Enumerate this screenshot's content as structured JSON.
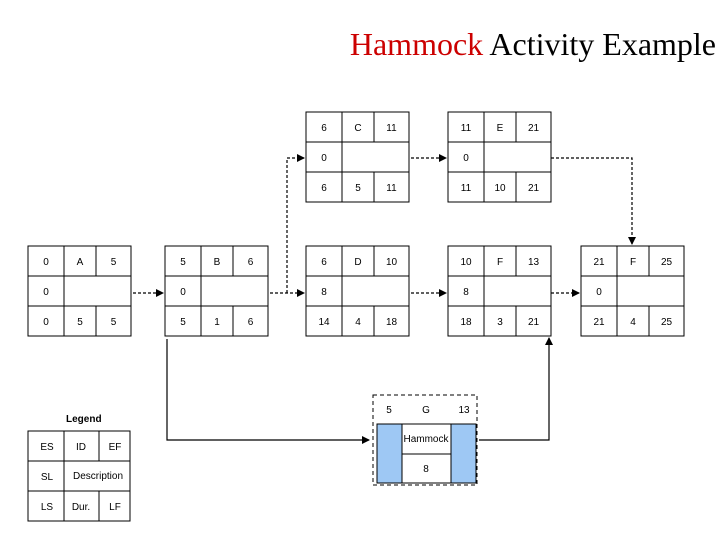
{
  "title": {
    "highlight": "Hammock",
    "rest": " Activity Example"
  },
  "colors": {
    "hammock_fill": "#9ec8f4",
    "highlight": "#cc0000",
    "line": "#000000"
  },
  "nodes": {
    "A": {
      "es": "0",
      "id": "A",
      "ef": "5",
      "sl": "0",
      "desc": "",
      "ls": "0",
      "dur": "5",
      "lf": "5"
    },
    "B": {
      "es": "5",
      "id": "B",
      "ef": "6",
      "sl": "0",
      "desc": "",
      "ls": "5",
      "dur": "1",
      "lf": "6"
    },
    "C": {
      "es": "6",
      "id": "C",
      "ef": "11",
      "sl": "0",
      "desc": "",
      "ls": "6",
      "dur": "5",
      "lf": "11"
    },
    "D": {
      "es": "6",
      "id": "D",
      "ef": "10",
      "sl": "8",
      "desc": "",
      "ls": "14",
      "dur": "4",
      "lf": "18"
    },
    "E": {
      "es": "11",
      "id": "E",
      "ef": "21",
      "sl": "0",
      "desc": "",
      "ls": "11",
      "dur": "10",
      "lf": "21"
    },
    "F1": {
      "es": "10",
      "id": "F",
      "ef": "13",
      "sl": "8",
      "desc": "",
      "ls": "18",
      "dur": "3",
      "lf": "21"
    },
    "F2": {
      "es": "21",
      "id": "F",
      "ef": "25",
      "sl": "0",
      "desc": "",
      "ls": "21",
      "dur": "4",
      "lf": "25"
    }
  },
  "hammock": {
    "es": "5",
    "id": "G",
    "ef": "13",
    "desc": "Hammock",
    "value": "8"
  },
  "legend": {
    "title": "Legend",
    "es": "ES",
    "id": "ID",
    "ef": "EF",
    "sl": "SL",
    "desc": "Description",
    "ls": "LS",
    "dur": "Dur.",
    "lf": "LF"
  }
}
